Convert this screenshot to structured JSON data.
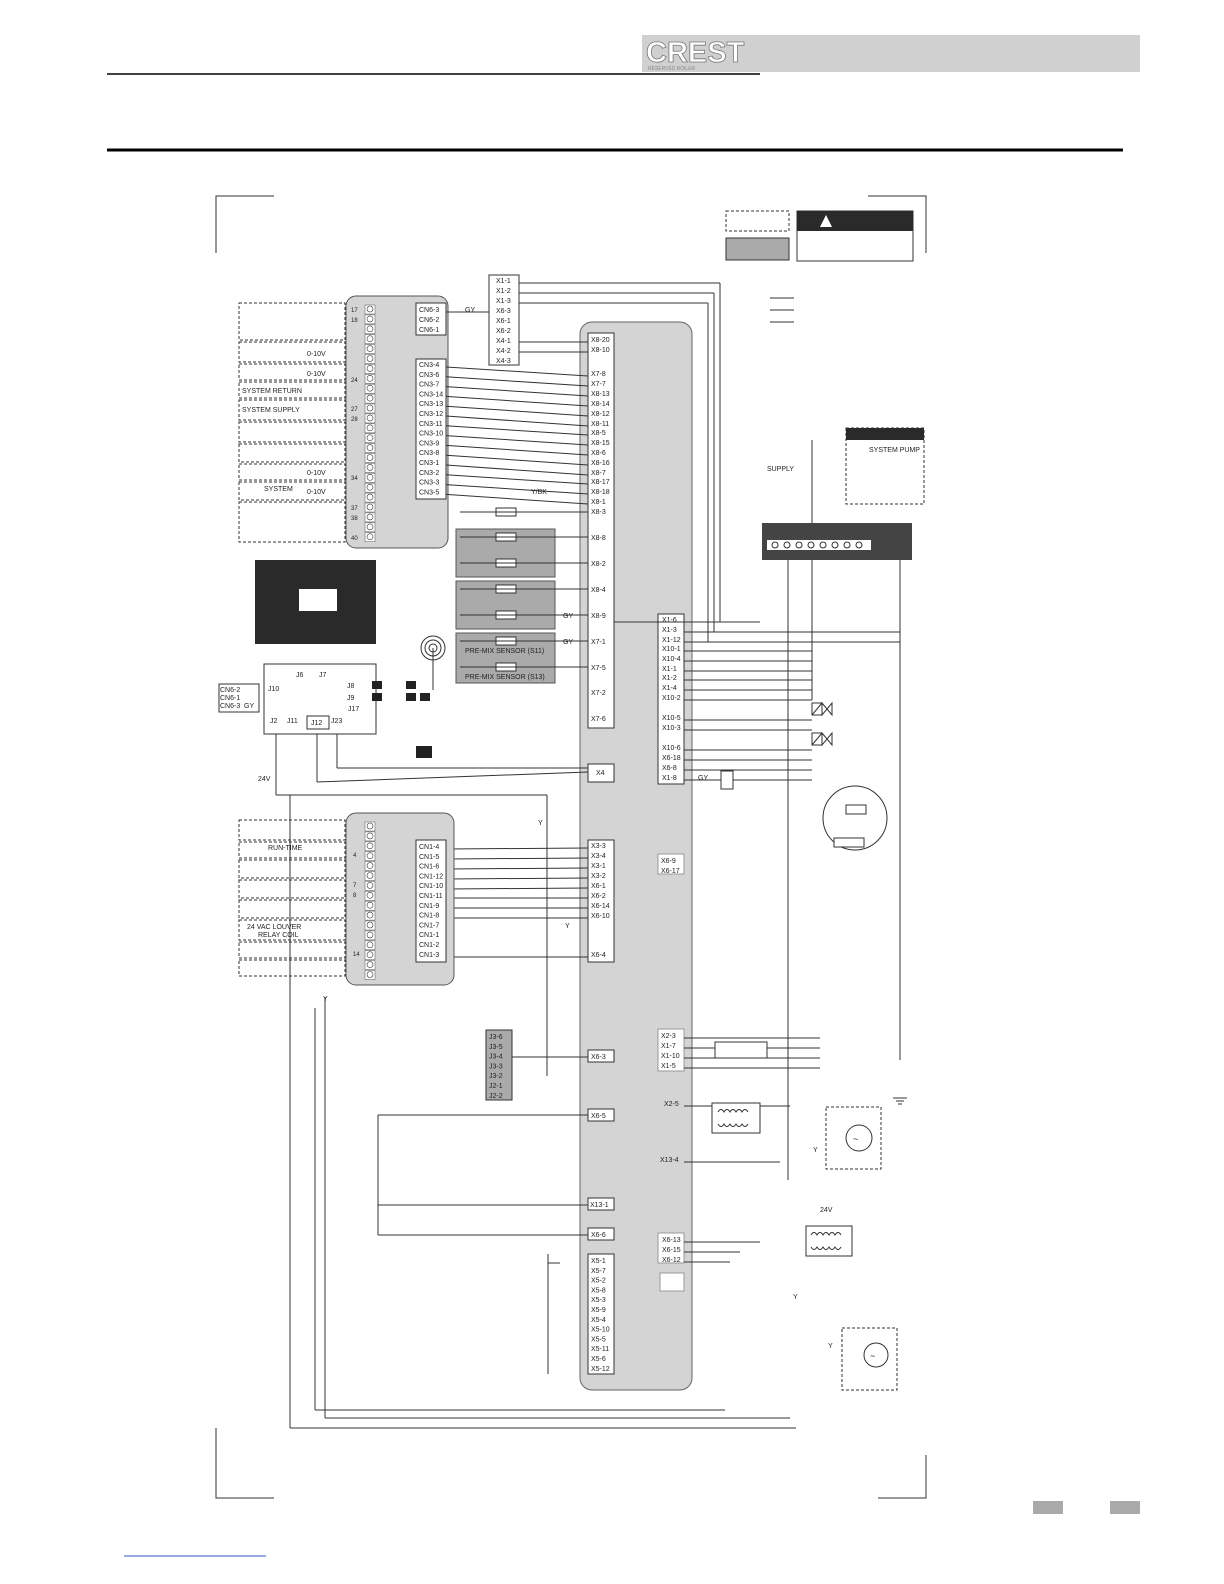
{
  "header": {
    "logo_text": "CREST",
    "logo_sub": "RESERVED BOILER"
  },
  "upper_terminal_numbers": [
    "17",
    "18",
    "24",
    "27",
    "28",
    "34",
    "37",
    "38",
    "40"
  ],
  "upper_cn6": [
    "CN6-3",
    "CN6-2",
    "CN6-1"
  ],
  "upper_cn3": [
    "CN3-4",
    "CN3-6",
    "CN3-7",
    "CN3-14",
    "CN3-13",
    "CN3-12",
    "CN3-11",
    "CN3-10",
    "CN3-9",
    "CN3-8",
    "CN3-1",
    "CN3-2",
    "CN3-3",
    "CN3-5"
  ],
  "upper_field_labels": [
    {
      "text": "0-10V",
      "key": "a"
    },
    {
      "text": "0-10V",
      "key": "b"
    },
    {
      "text": "SYSTEM RETURN",
      "key": "c"
    },
    {
      "text": "SYSTEM SUPPLY",
      "key": "d"
    },
    {
      "text": "0-10V",
      "key": "e"
    },
    {
      "text": "SYSTEM",
      "key": "f"
    },
    {
      "text": "0-10V",
      "key": "g"
    }
  ],
  "x1_top": [
    "X1-1",
    "X1-2",
    "X1-3",
    "X6-3",
    "X6-1",
    "X6-2",
    "X4-1",
    "X4-2",
    "X4-3"
  ],
  "gy": "GY",
  "ybk": "Y/BK",
  "y": "Y",
  "v24": "24V",
  "main_left_top": [
    "X8-20",
    "X8-10",
    "X7-8",
    "X7-7",
    "X8-13",
    "X8-14",
    "X8-12",
    "X8-11",
    "X8-5",
    "X8-15",
    "X8-6",
    "X8-16",
    "X8-7",
    "X8-17",
    "X8-18",
    "X8-1",
    "X8-3",
    "X8-8",
    "X8-2",
    "X8-4",
    "X8-9",
    "X7-1",
    "X7-5",
    "X7-2",
    "X7-6"
  ],
  "sensors": [
    "PRE-MIX SENSOR (S11)",
    "PRE-MIX SENSOR (S13)"
  ],
  "main_x4": "X4",
  "display_jacks": {
    "j6": "J6",
    "j7": "J7",
    "j8": "J8",
    "j9": "J9",
    "j17": "J17",
    "j10": "J10",
    "j2": "J2",
    "j11": "J11",
    "j12": "J12",
    "j23": "J23"
  },
  "cn6_left": [
    "CN6-2",
    "CN6-1",
    "CN6-3"
  ],
  "right_block": [
    "X1-6",
    "X1-3",
    "X1-12",
    "X10-1",
    "X10-4",
    "X1-1",
    "X1-2",
    "X1-4",
    "X10-2",
    "X10-5",
    "X10-3",
    "X10-6",
    "X6-18",
    "X6-8",
    "X1-8"
  ],
  "supply_label": "SUPPLY",
  "system_pump": "SYSTEM PUMP",
  "lower_terminal_numbers": [
    "4",
    "7",
    "8",
    "14"
  ],
  "lower_field_labels": [
    "RUN-TIME",
    "24 VAC LOUVER",
    "RELAY COIL"
  ],
  "lower_cn1": [
    "CN1-4",
    "CN1-5",
    "CN1-6",
    "CN1-12",
    "CN1-10",
    "CN1-11",
    "CN1-9",
    "CN1-8",
    "CN1-7",
    "CN1-1",
    "CN1-2",
    "CN1-3"
  ],
  "main_x3": [
    "X3-3",
    "X3-4",
    "X3-1",
    "X3-2",
    "X6-1",
    "X6-2",
    "X6-14",
    "X6-10"
  ],
  "main_x64": "X6-4",
  "x69": [
    "X6-9",
    "X6-17"
  ],
  "j3": [
    "J3-6",
    "J3-5",
    "J3-4",
    "J3-3",
    "J3-2",
    "J2-1",
    "J2-2"
  ],
  "main_x63": "X6-3",
  "main_x65": "X6-5",
  "main_x131": "X13-1",
  "main_x66": "X6-6",
  "ign": [
    "X2-3",
    "X1-7",
    "X1-10",
    "X1-5"
  ],
  "x25": "X2-5",
  "x134": "X13-4",
  "x613": [
    "X6-13",
    "X6-15",
    "X6-12"
  ],
  "x5": [
    "X5-1",
    "X5-7",
    "X5-2",
    "X5-8",
    "X5-3",
    "X5-9",
    "X5-4",
    "X5-10",
    "X5-5",
    "X5-11",
    "X5-6",
    "X5-12"
  ]
}
